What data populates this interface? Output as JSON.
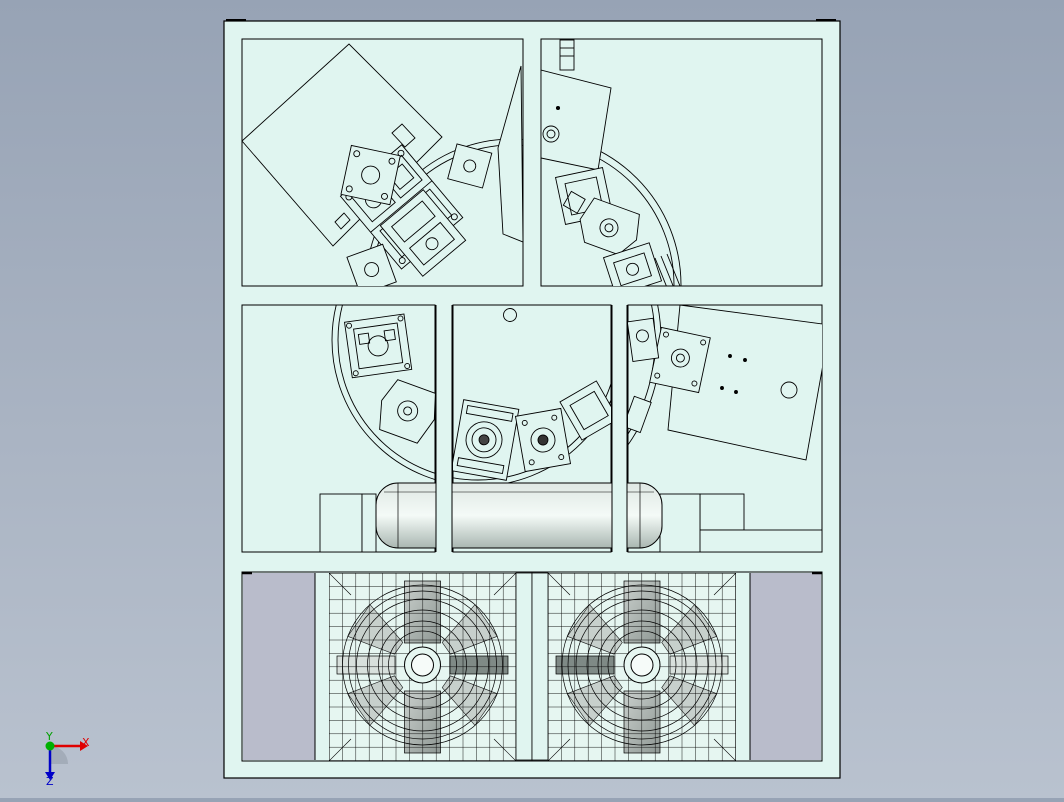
{
  "window": {
    "background_top": "#97a3b5",
    "background_bottom": "#b9c2cf"
  },
  "drawing": {
    "sheet_fill": "#e0f5f0",
    "line_color": "#000000",
    "panel_gray": "#b9bccb",
    "view_name": "cad-machine-top-view"
  },
  "triad": {
    "x_label": "X",
    "y_label": "Y",
    "z_label": "Z",
    "x_color": "#e00000",
    "y_color": "#00a000",
    "z_color": "#0000c8",
    "icon": "coordinate-triad-icon"
  }
}
